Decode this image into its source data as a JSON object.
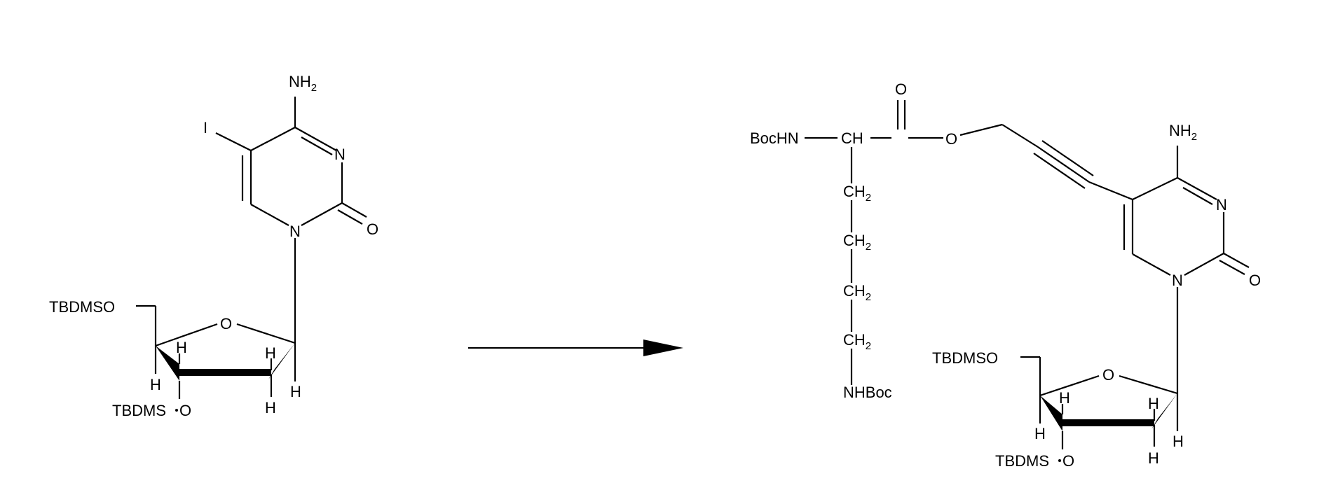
{
  "reactant": {
    "amino": {
      "text": "NH",
      "sub": "2"
    },
    "iodo": "I",
    "ring_n3": "N",
    "carbonyl_o": "O",
    "ring_n1": "N",
    "sugar_o": "O",
    "protect_5": "TBDMSO",
    "protect_3_prefix": "TBDMS",
    "protect_3_o": "O",
    "h_c4": "H",
    "h_c3": "H",
    "h_c2a": "H",
    "h_c2b": "H",
    "h_c1": "H"
  },
  "product": {
    "bochn": "BocHN",
    "ch": "CH",
    "ester_o_double": "O",
    "ester_o": "O",
    "ch2_labels": [
      {
        "text": "CH",
        "sub": "2"
      },
      {
        "text": "CH",
        "sub": "2"
      },
      {
        "text": "CH",
        "sub": "2"
      },
      {
        "text": "CH",
        "sub": "2"
      }
    ],
    "nhboc": "NHBoc",
    "amino": {
      "text": "NH",
      "sub": "2"
    },
    "ring_n3": "N",
    "carbonyl_o": "O",
    "ring_n1": "N",
    "sugar_o": "O",
    "protect_5": "TBDMSO",
    "protect_3_prefix": "TBDMS",
    "protect_3_o": "O",
    "h_c4": "H",
    "h_c3": "H",
    "h_c2a": "H",
    "h_c2b": "H",
    "h_c1": "H"
  },
  "colors": {
    "ink": "#000000",
    "background": "#ffffff"
  }
}
